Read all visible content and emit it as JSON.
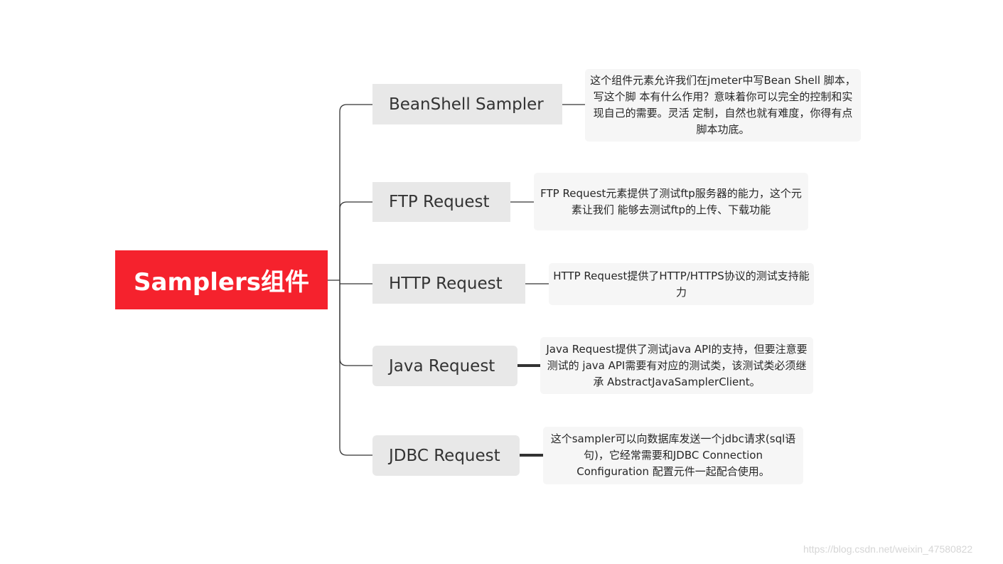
{
  "root": {
    "label": "Samplers组件",
    "color": "#f5222d"
  },
  "branches": [
    {
      "label": "BeanShell Sampler",
      "note": "这个组件元素允许我们在jmeter中写Bean Shell 脚本，写这个脚 本有什么作用？意味着你可以完全的控制和实现自己的需要。灵活 定制，自然也就有难度，你得有点脚本功底。"
    },
    {
      "label": "FTP Request",
      "note": "FTP Request元素提供了测试ftp服务器的能力，这个元素让我们 能够去测试ftp的上传、下载功能"
    },
    {
      "label": "HTTP Request",
      "note": "HTTP Request提供了HTTP/HTTPS协议的测试支持能力"
    },
    {
      "label": "Java Request",
      "note": "Java Request提供了测试java API的支持，但要注意要测试的 java API需要有对应的测试类，该测试类必须继承 AbstractJavaSamplerClient。"
    },
    {
      "label": "JDBC Request",
      "note": "这个sampler可以向数据库发送一个jdbc请求(sql语句)，它经常需要和JDBC Connection Configuration 配置元件一起配合使用。"
    }
  ],
  "watermark": "https://blog.csdn.net/weixin_47580822"
}
